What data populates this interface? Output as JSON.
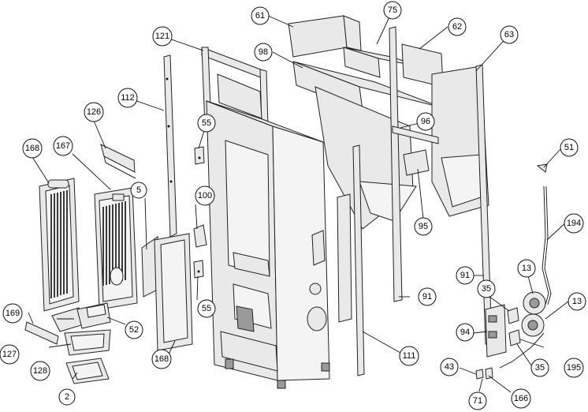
{
  "callouts": {
    "c61": "61",
    "c75": "75",
    "c62": "62",
    "c63": "63",
    "c121": "121",
    "c98": "98",
    "c112": "112",
    "c126": "126",
    "c55a": "55",
    "c96": "96",
    "c168a": "168",
    "c167": "167",
    "c51": "51",
    "c5": "5",
    "c100": "100",
    "c95": "95",
    "c194": "194",
    "c13a": "13",
    "c91a": "91",
    "c35a": "35",
    "c91b": "91",
    "c55b": "55",
    "c13b": "13",
    "c169": "169",
    "c52": "52",
    "c94": "94",
    "c127": "127",
    "c128": "128",
    "c111": "111",
    "c35b": "35",
    "c195": "195",
    "c168b": "168",
    "c43": "43",
    "c2": "2",
    "c166": "166",
    "c71": "71"
  }
}
